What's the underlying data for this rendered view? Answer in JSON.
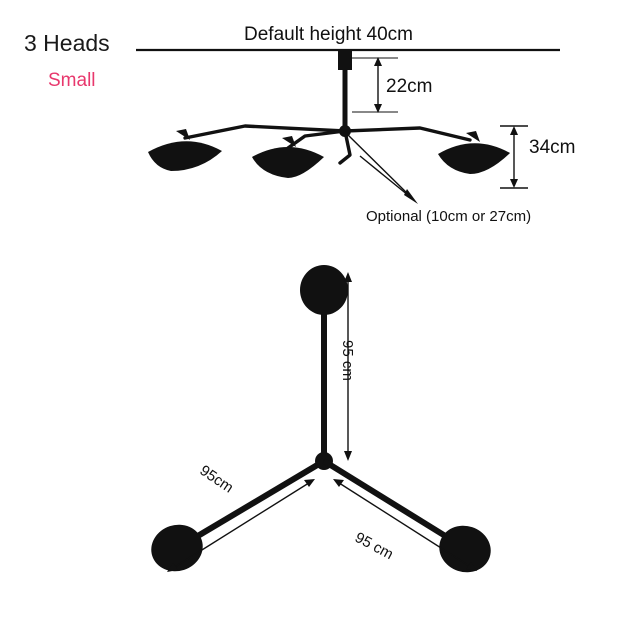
{
  "diagram": {
    "title": "3 Heads",
    "subtitle": "Small",
    "labels": {
      "default_height": "Default height 40cm",
      "drop_22": "22cm",
      "height_34": "34cm",
      "optional": "Optional (10cm or 27cm)",
      "span_vertical": "95 cm",
      "span_left": "95cm",
      "span_right": "95 cm"
    },
    "colors": {
      "fixture": "#111111",
      "accent": "#e8386d",
      "text": "#111111",
      "background": "#ffffff"
    }
  }
}
